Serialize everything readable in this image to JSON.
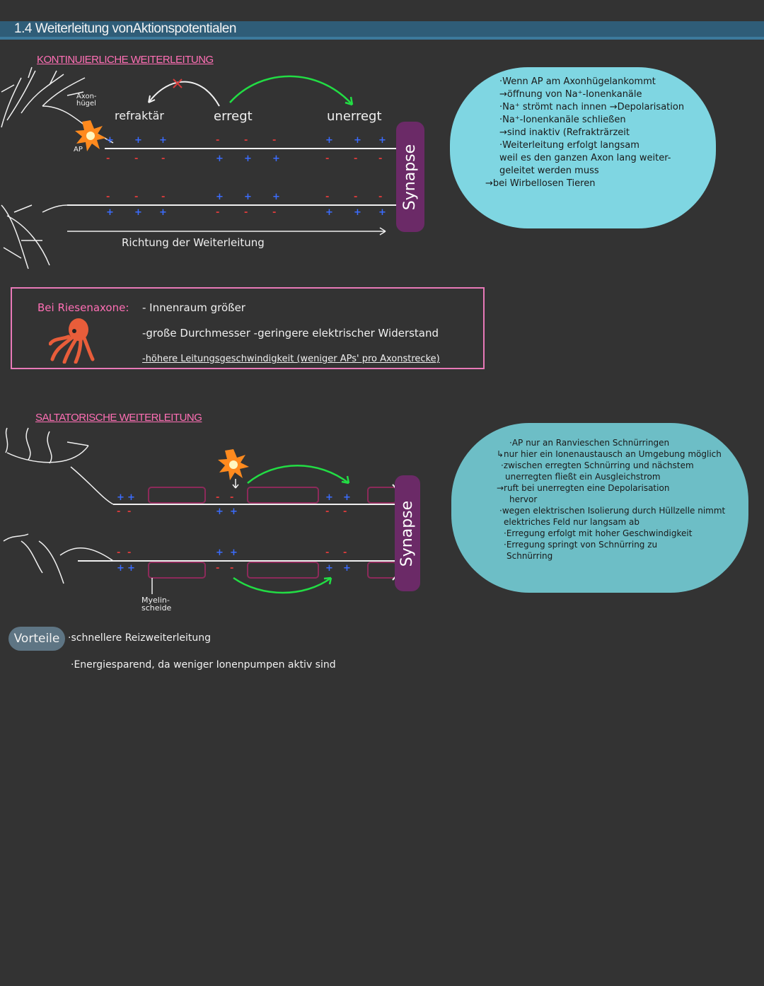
{
  "page": {
    "title": "1.4 Weiterleitung vonAktionspotentialen"
  },
  "continuous": {
    "heading": "KONTINUIERLICHE WEITERLEITUNG",
    "axon_label": "Axon-\nhügel",
    "ap_label": "AP",
    "state_refractory": "refraktär",
    "state_excited": "erregt",
    "state_unexcited": "unerregt",
    "direction_label": "Richtung der Weiterleitung",
    "synapse_label": "Synapse",
    "note": [
      "·Wenn AP am Axonhügelankommt",
      "→öffnung von Na⁺-Ionenkanäle",
      "·Na⁺ strömt nach innen →Depolarisation",
      "·Na⁺-Ionenkanäle schließen",
      "→sind inaktiv (Refrakträrzeit",
      "·Weiterleitung erfolgt langsam",
      "weil es den ganzen Axon lang weiter-",
      "geleitet werden muss",
      "→bei Wirbellosen Tieren"
    ]
  },
  "giant_axon": {
    "label": "Bei Riesenaxone:",
    "points": [
      "- Innenraum größer",
      "-große Durchmesser -geringere elektrischer Widerstand",
      "-höhere Leitungsgeschwindigkeit (weniger APs' pro Axonstrecke)"
    ]
  },
  "saltatory": {
    "heading": "SALTATORISCHE WEITERLEITUNG",
    "myelin_label": "Myelin-\nscheide",
    "synapse_label": "Synapse",
    "note": [
      "·AP nur an Ranvieschen Schnürringen",
      "↳nur hier ein Ionenaustausch an Umgebung möglich",
      "·zwischen erregten Schnürring und nächstem",
      "unerregten fließt ein Ausgleichstrom",
      "→ruft bei unerregten eine Depolarisation",
      "hervor",
      "·wegen elektrischen Isolierung durch Hüllzelle nimmt",
      "elektriches Feld nur langsam ab",
      "·Erregung erfolgt mit hoher Geschwindigkeit",
      "·Erregung springt von Schnürring zu",
      "Schnürring"
    ],
    "advantages_label": "Vorteile",
    "advantages": [
      "·schnellere Reizweiterleitung",
      "·Energiesparend, da weniger Ionenpumpen aktiv sind"
    ]
  },
  "colors": {
    "plus": "#3b6cff",
    "minus": "#d93b3b",
    "arrow_green": "#22dd44",
    "heading_pink": "#ff6fb5",
    "synapse_purple": "#6b2a67",
    "myelin": "#8c2a5a",
    "note_cyan": "#7fd6e2",
    "note_teal": "#6dbec6"
  }
}
